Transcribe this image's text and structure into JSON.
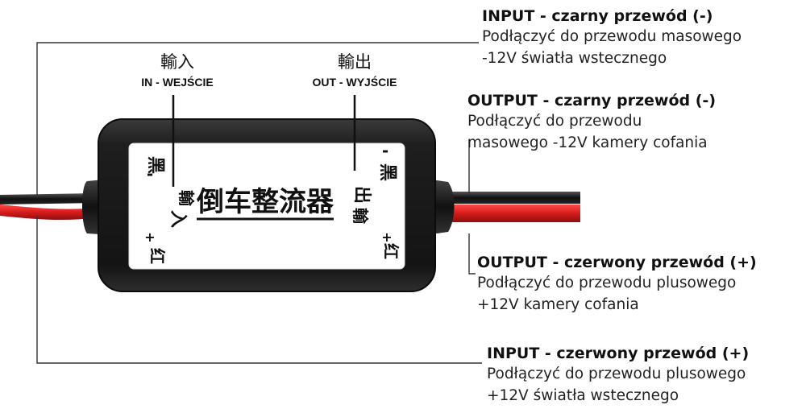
{
  "device": {
    "top_left_cn": "輸入",
    "top_left_sub": "IN - WEJŚCIE",
    "top_right_cn": "輸出",
    "top_right_sub": "OUT - WYJŚCIE",
    "center_label": "倒车整流器",
    "left_in_label": "入",
    "left_in_char": "輸",
    "right_out_label": "出",
    "right_out_char": "輸",
    "neg_left": "黑",
    "neg_right": "黑",
    "pos_left": "红",
    "pos_right": "红",
    "minus_sign": "-",
    "plus_sign": "+"
  },
  "annotations": [
    {
      "id": "input-black",
      "title": "INPUT - czarny przewód (-)",
      "lines": [
        "Podłączyć do przewodu masowego",
        "-12V światła wstecznego"
      ]
    },
    {
      "id": "output-black",
      "title": "OUTPUT - czarny przewód (-)",
      "lines": [
        "Podłączyć do przewodu",
        "masowego -12V kamery cofania"
      ]
    },
    {
      "id": "output-red",
      "title": "OUTPUT - czerwony przewód (+)",
      "lines": [
        "Podłączyć do przewodu plusowego",
        "+12V kamery cofania"
      ]
    },
    {
      "id": "input-red",
      "title": "INPUT - czerwony przewód (+)",
      "lines": [
        "Podłączyć do przewodu plusowego",
        "+12V światła wstecznego"
      ]
    }
  ],
  "colors": {
    "wire_red": "#d81b1b",
    "wire_black": "#111111",
    "housing": "#1c1c1c",
    "leader": "#333333"
  }
}
